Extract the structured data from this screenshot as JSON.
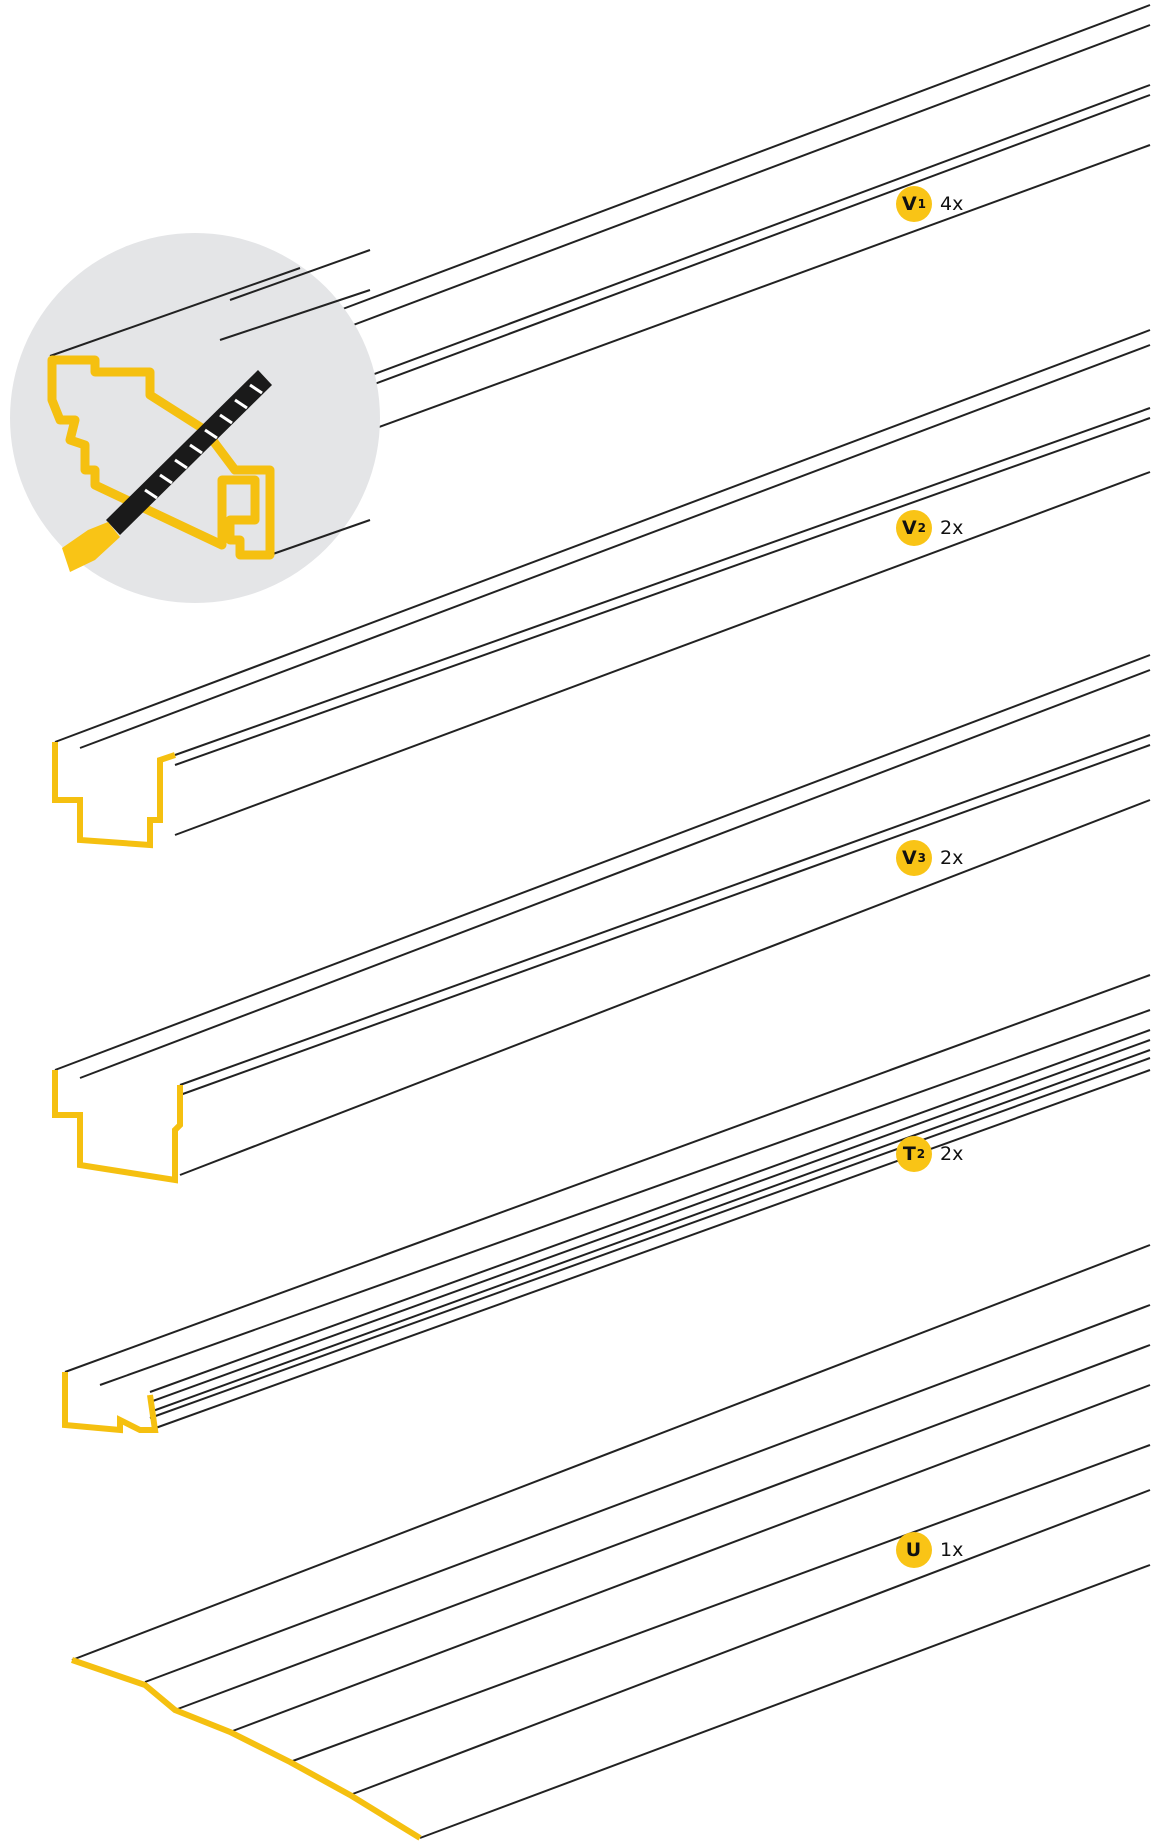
{
  "profiles": [
    {
      "letter": "V",
      "sub": "1",
      "qty": "4x"
    },
    {
      "letter": "V",
      "sub": "2",
      "qty": "2x"
    },
    {
      "letter": "V",
      "sub": "3",
      "qty": "2x"
    },
    {
      "letter": "T",
      "sub": "2",
      "qty": "2x"
    },
    {
      "letter": "U",
      "sub": "",
      "qty": "1x"
    }
  ],
  "colors": {
    "accent": "#f9c416",
    "line": "#222222",
    "detail_bg": "#e4e5e7",
    "file_tool": "#1a1a1a"
  },
  "icons": [
    "deburring-file-icon"
  ]
}
